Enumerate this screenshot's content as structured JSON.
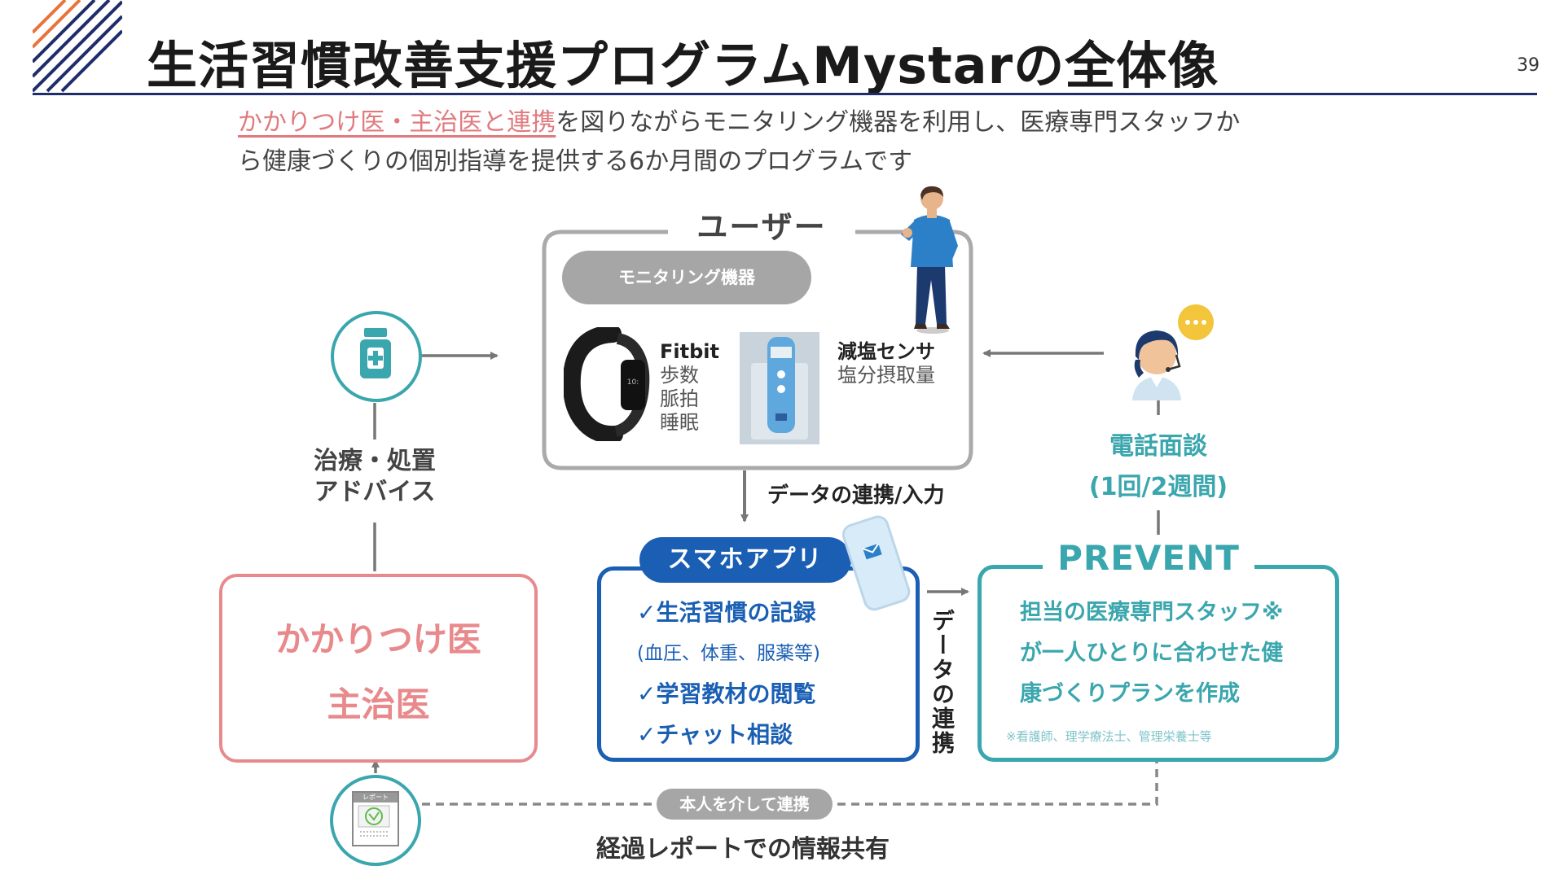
{
  "page": {
    "title": "生活習慣改善支援プログラムMystarの全体像",
    "page_number": "39"
  },
  "intro": {
    "highlight": "かかりつけ医・主治医と連携",
    "rest_line1": "を図りながらモニタリング機器を利用し、医療専門スタッフか",
    "line2": "ら健康づくりの個別指導を提供する6か月間のプログラムです"
  },
  "user": {
    "label": "ユーザー",
    "monitoring_label": "モニタリング機器",
    "fitbit": {
      "name": "Fitbit",
      "items": [
        "歩数",
        "脈拍",
        "睡眠"
      ]
    },
    "salt_sensor": {
      "name": "減塩センサ",
      "item": "塩分摂取量"
    }
  },
  "doctor": {
    "advice": [
      "治療・処置",
      "アドバイス"
    ],
    "box_lines": [
      "かかりつけ医",
      "主治医"
    ]
  },
  "app": {
    "data_link_label": "データの連携/入力",
    "title": "スマホアプリ",
    "items": [
      "✓生活習慣の記録",
      "(血圧、体重、服薬等)",
      "✓学習教材の閲覧",
      "✓チャット相談"
    ],
    "vertical_label": "データの連携"
  },
  "prevent": {
    "interview": [
      "電話面談",
      "(1回/2週間)"
    ],
    "title": "PREVENT",
    "lines": [
      "担当の医療専門スタッフ※",
      "が一人ひとりに合わせた健",
      "康づくりプランを作成"
    ],
    "footnote": "※看護師、理学療法士、管理栄養士等"
  },
  "report": {
    "icon_label": "レポート",
    "via_label": "本人を介して連携",
    "share_label": "経過レポートでの情報共有"
  },
  "colors": {
    "navy": "#1f2d6b",
    "orange": "#e8743b",
    "teal": "#3aa6ad",
    "pink": "#e8898c",
    "blue": "#1a5fb4",
    "gray": "#999999"
  }
}
